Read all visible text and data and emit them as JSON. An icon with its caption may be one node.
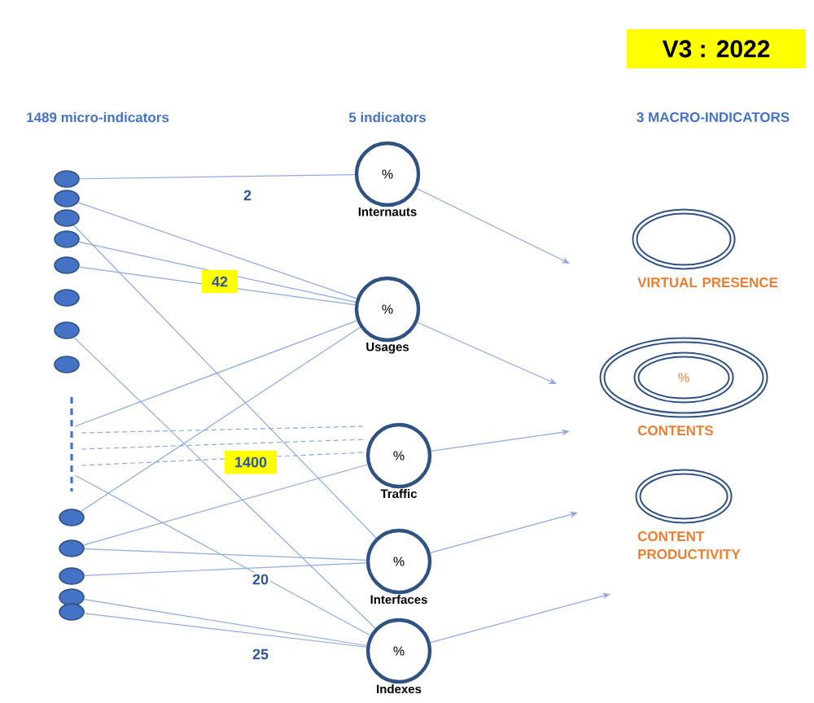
{
  "diagram": {
    "nodes": [
      {
        "text": [],
        "shape": "circle"
      },
      {
        "text": [],
        "shape": "circle"
      },
      {
        "text": [],
        "shape": "circle"
      },
      {
        "text": [],
        "shape": "circle"
      },
      {
        "text": [],
        "shape": "circle"
      },
      {
        "text": [],
        "shape": "circle"
      },
      {
        "text": [],
        "shape": "circle"
      },
      {
        "text": [],
        "shape": "circle"
      },
      {
        "text": [],
        "shape": "bar"
      },
      {
        "text": [],
        "shape": "circle"
      },
      {
        "text": [],
        "shape": "circle"
      },
      {
        "text": [],
        "shape": "circle"
      },
      {
        "text": [],
        "shape": "circle"
      },
      {
        "text": [],
        "shape": "circle"
      },
      {
        "text": [
          "%",
          "Internauts"
        ]
      },
      {
        "text": [
          "%",
          "Usages"
        ]
      },
      {
        "text": [
          "%",
          "Traffic"
        ]
      },
      {
        "text": [
          "%",
          "Interfaces"
        ]
      },
      {
        "text": [
          "%",
          "Indexes"
        ]
      },
      {
        "text": [
          "VIRTUAL PRESENCE"
        ]
      },
      {
        "text": [
          "CONTENTS"
        ]
      },
      {
        "text": [
          "%"
        ],
        "in": 20
      },
      {
        "text": [
          "CONTENT PRODUCTIVITY"
        ]
      }
    ],
    "edges": [
      {
        "from": 0,
        "to": 14,
        "arrow": "none"
      },
      {
        "from": 1,
        "to": 15,
        "arrow": "none"
      },
      {
        "from": 2,
        "to": 17,
        "arrow": "none"
      },
      {
        "from": 3,
        "to": 15,
        "arrow": "none"
      },
      {
        "from": 4,
        "to": 15,
        "arrow": "none"
      },
      {
        "from": 6,
        "to": 18,
        "arrow": "none"
      },
      {
        "from": 8,
        "to": 15,
        "arrow": "none"
      },
      {
        "from": 8,
        "to": 16,
        "arrow": "none",
        "style": "dashed"
      },
      {
        "from": 8,
        "to": 16,
        "arrow": "none",
        "style": "dashed"
      },
      {
        "from": 8,
        "to": 16,
        "arrow": "none",
        "style": "dashed"
      },
      {
        "from": 8,
        "to": 18,
        "arrow": "none"
      },
      {
        "from": 9,
        "to": 15,
        "arrow": "none"
      },
      {
        "from": 10,
        "to": 16,
        "arrow": "none"
      },
      {
        "from": 10,
        "to": 17,
        "arrow": "none"
      },
      {
        "from": 11,
        "to": 17,
        "arrow": "none"
      },
      {
        "from": 12,
        "to": 18,
        "arrow": "none"
      },
      {
        "from": 13,
        "to": 18,
        "arrow": "none"
      },
      {
        "from": 14,
        "to": null,
        "arrow": "to"
      },
      {
        "from": 15,
        "to": null,
        "arrow": "to"
      },
      {
        "from": 16,
        "to": null,
        "arrow": "to"
      },
      {
        "from": 17,
        "to": null,
        "arrow": "to"
      },
      {
        "from": 18,
        "to": null,
        "arrow": "to"
      }
    ],
    "labels": [
      "V3 : 2022",
      "1489 micro-indicators",
      "5 indicators",
      "3 MACRO-INDICATORS",
      "2",
      "42",
      "1400",
      "20",
      "25"
    ]
  }
}
